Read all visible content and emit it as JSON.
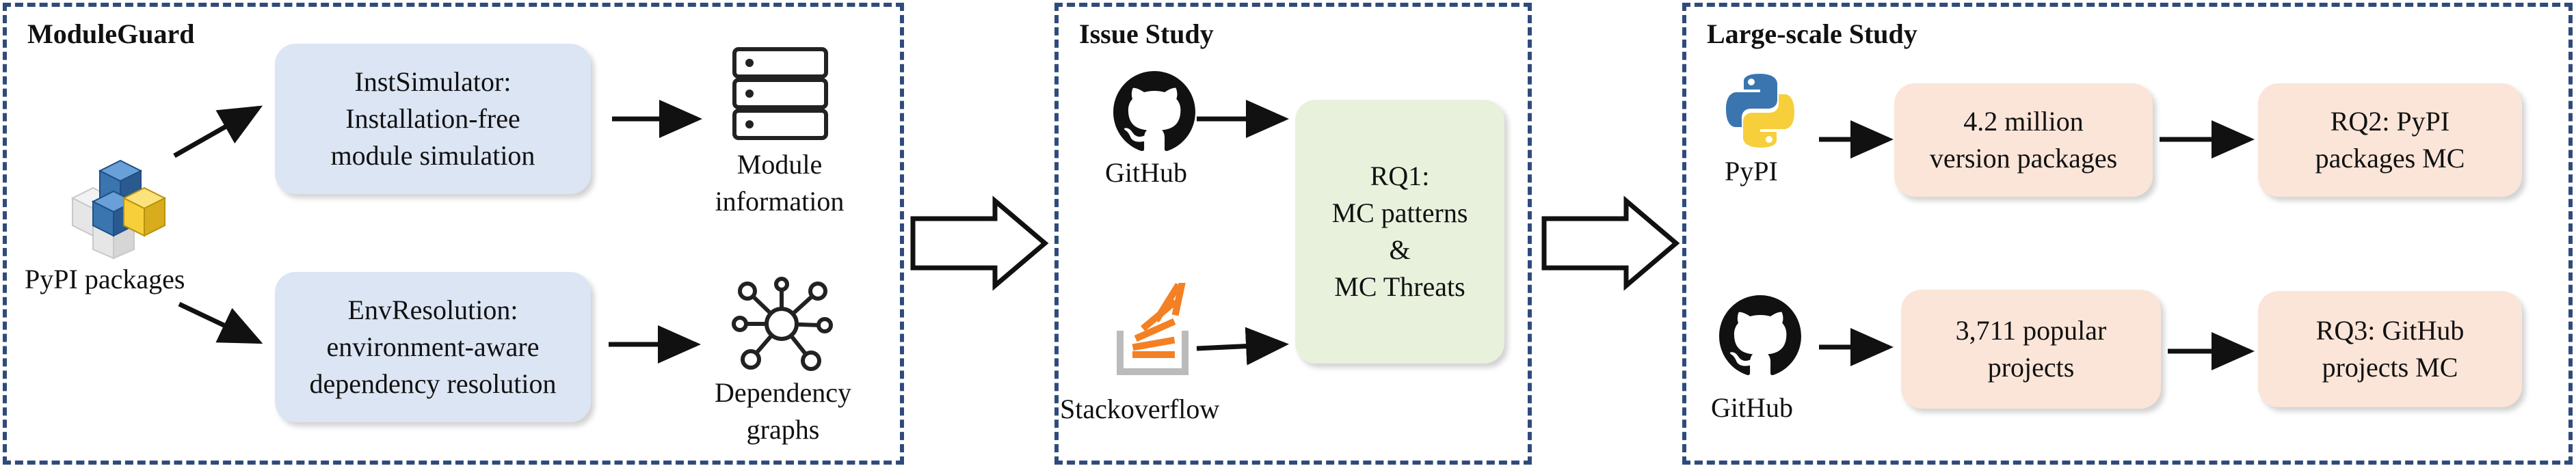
{
  "panels": {
    "module_guard": {
      "title": "ModuleGuard"
    },
    "issue_study": {
      "title": "Issue Study"
    },
    "large_scale": {
      "title": "Large-scale Study"
    }
  },
  "module_guard": {
    "source_label": "PyPI packages",
    "inst_simulator": {
      "line1": "InstSimulator:",
      "line2": "Installation-free",
      "line3": "module simulation"
    },
    "env_resolution": {
      "line1": "EnvResolution:",
      "line2": "environment-aware",
      "line3": "dependency resolution"
    },
    "module_info": {
      "line1": "Module",
      "line2": "information"
    },
    "dep_graphs": {
      "line1": "Dependency",
      "line2": "graphs"
    }
  },
  "issue_study": {
    "github_label": "GitHub",
    "stackoverflow_label": "Stackoverflow",
    "rq1": {
      "line1": "RQ1:",
      "line2": "MC patterns",
      "line3": "&",
      "line4": "MC Threats"
    }
  },
  "large_scale": {
    "pypi_label": "PyPI",
    "github_label": "GitHub",
    "versions": {
      "line1": "4.2 million",
      "line2": "version packages"
    },
    "projects": {
      "line1": "3,711 popular",
      "line2": "projects"
    },
    "rq2": {
      "line1": "RQ2: PyPI",
      "line2": "packages MC"
    },
    "rq3": {
      "line1": "RQ3: GitHub",
      "line2": "projects MC"
    }
  },
  "colors": {
    "panel_border": "#2f4b7c",
    "blue_box": "#dce5f4",
    "green_box": "#e8f1dc",
    "peach_box": "#fae5d8",
    "python_blue": "#3a75b0",
    "python_yellow": "#f7cf3a",
    "stackoverflow_orange": "#f48024"
  },
  "icons": [
    "pypi-packages-icon",
    "server-icon",
    "graph-network-icon",
    "github-icon",
    "stackoverflow-icon",
    "python-icon"
  ]
}
